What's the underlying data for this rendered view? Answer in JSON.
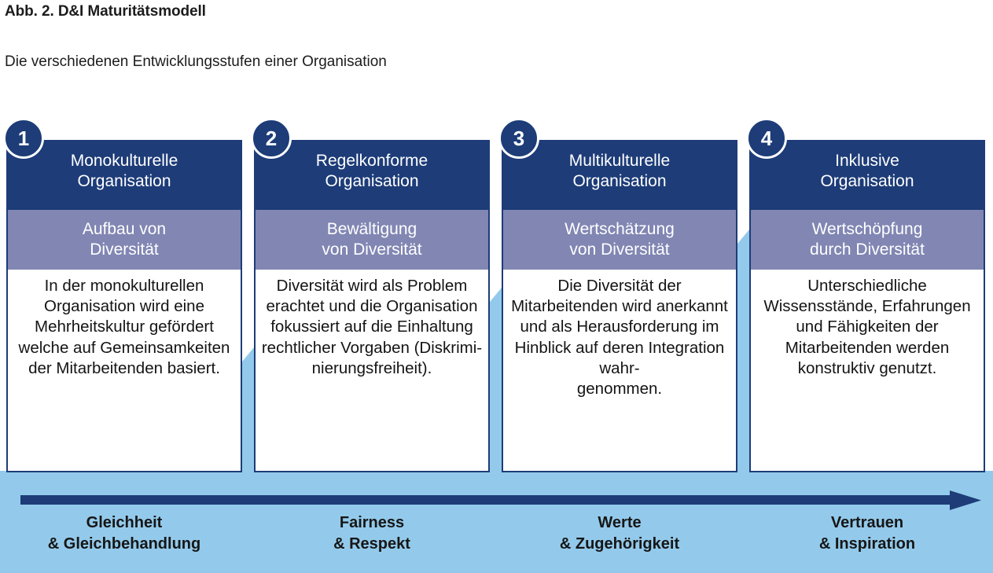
{
  "figure": {
    "title": "Abb. 2. D&I Maturitätsmodell",
    "subtitle": "Die verschiedenen Entwicklungsstufen einer Organisation"
  },
  "colors": {
    "dark_blue": "#1d3c78",
    "purple": "#8186b3",
    "light_blue": "#93caeb",
    "white": "#ffffff",
    "text": "#141414"
  },
  "stages": [
    {
      "number": "1",
      "title": "Monokulturelle\nOrganisation",
      "subtitle": "Aufbau von\nDiversität",
      "body": "In der monokulturellen Organisation wird eine Mehrheitskultur gefördert welche auf Gemeinsamkeiten der Mitarbeitenden basiert.",
      "footer": "Gleichheit\n& Gleichbehandlung"
    },
    {
      "number": "2",
      "title": "Regelkonforme\nOrganisation",
      "subtitle": "Bewältigung\nvon Diversität",
      "body": "Diversität wird als Problem erachtet und die Organisation fokussiert auf die Einhaltung rechtlicher Vorgaben (Diskrimi-\nnierungsfreiheit).",
      "footer": "Fairness\n& Respekt"
    },
    {
      "number": "3",
      "title": "Multikulturelle\nOrganisation",
      "subtitle": "Wertschätzung\nvon Diversität",
      "body": "Die Diversität der Mitarbeitenden wird anerkannt und als Herausforderung im Hinblick auf deren Integration wahr-\ngenommen.",
      "footer": "Werte\n& Zugehörigkeit"
    },
    {
      "number": "4",
      "title": "Inklusive\nOrganisation",
      "subtitle": "Wertschöpfung\ndurch Diversität",
      "body": "Unterschiedliche Wissensstände, Erfahrungen und Fähigkeiten der Mitarbeitenden werden konstruktiv genutzt.",
      "footer": "Vertrauen\n& Inspiration"
    }
  ],
  "arrow": {
    "name": "progression-arrow",
    "direction": "right"
  }
}
